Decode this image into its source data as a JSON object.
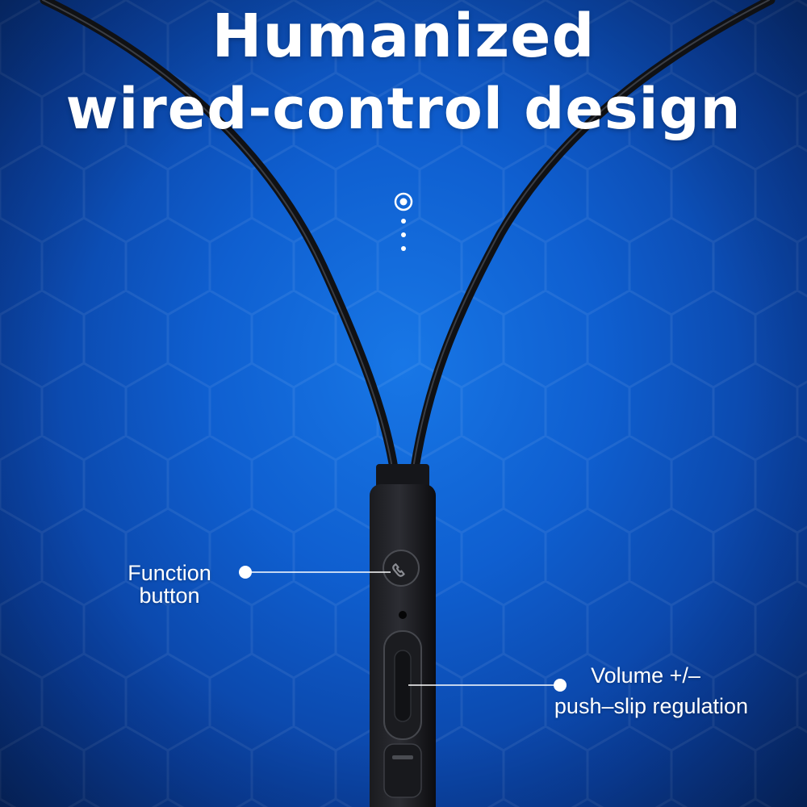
{
  "headline": {
    "line1": "Humanized",
    "line2": "wired-control design"
  },
  "callouts": {
    "function_button": [
      "Function",
      "button"
    ],
    "volume": [
      "Volume +/–",
      "push–slip regulation"
    ]
  },
  "icons": {
    "function_button_icon": "phone-icon",
    "indicator_icon": "target-dot-icon"
  },
  "colors": {
    "background": "#0f5fd0",
    "cable": "#101114",
    "text": "#ffffff"
  }
}
